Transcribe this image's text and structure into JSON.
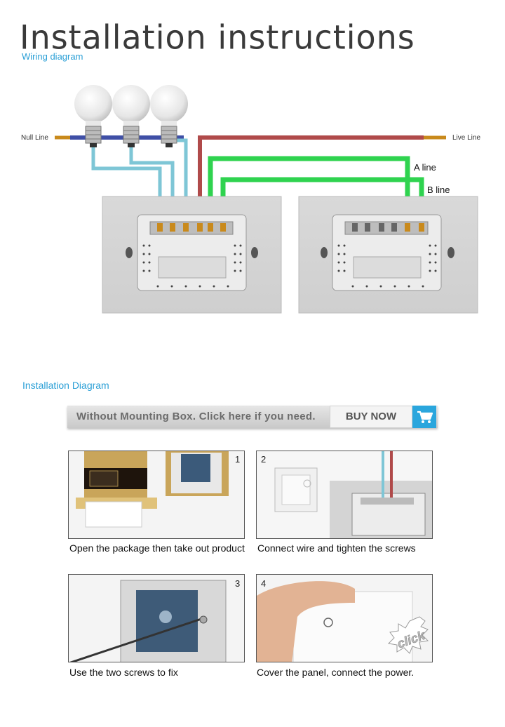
{
  "header": {
    "title": "Installation instructions",
    "wiring_subtitle": "Wiring diagram",
    "install_subtitle": "Installation Diagram"
  },
  "wiring": {
    "null_line": "Null Line",
    "live_line": "Live Line",
    "a_line": "A line",
    "b_line": "B line",
    "colors": {
      "null": "#3f4fa6",
      "live": "#b04a4a",
      "load": "#7ec6d6",
      "a_b": "#2fd34f",
      "copper": "#c98a1c"
    }
  },
  "promo": {
    "text": "Without Mounting Box. Click here if you need.",
    "buy_label": "BUY NOW",
    "cart_icon": "cart-icon",
    "accent": "#2aa6dd"
  },
  "steps": [
    {
      "number": "1",
      "caption": "Open the package then take out product"
    },
    {
      "number": "2",
      "caption": "Connect wire and tighten the screws"
    },
    {
      "number": "3",
      "caption": "Use the two screws to fix"
    },
    {
      "number": "4",
      "caption": "Cover the panel, connect the power.",
      "click_label": "click"
    }
  ]
}
